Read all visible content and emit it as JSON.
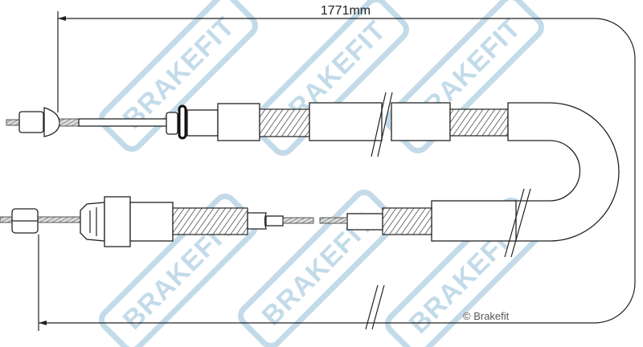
{
  "title": "Brake cable technical drawing",
  "dimension": {
    "length_label": "1771mm"
  },
  "watermark": {
    "text": "BRAKEFIT",
    "color": "#c3dbe9"
  },
  "copyright": "© Brakefit"
}
